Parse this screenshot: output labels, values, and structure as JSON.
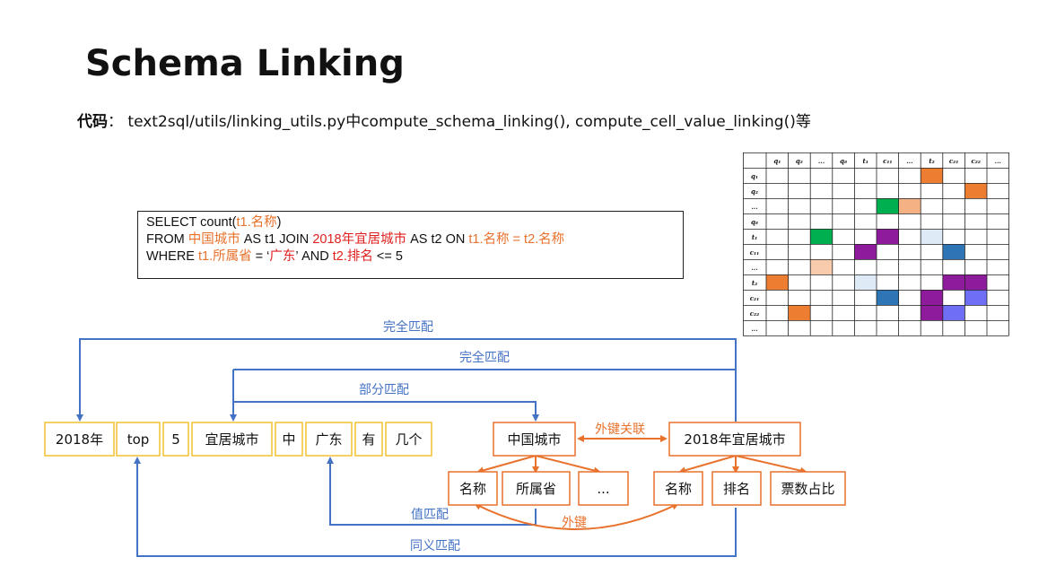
{
  "title": "Schema Linking",
  "code": {
    "label": "代码",
    "sep": "：",
    "text": "text2sql/utils/linking_utils.py中compute_schema_linking(), compute_cell_value_linking()等"
  },
  "sql": {
    "line1": {
      "a": "SELECT count(",
      "b": "t1.名称",
      "c": ")"
    },
    "line2": {
      "a": "FROM ",
      "b": "中国城市",
      "c": " AS t1 JOIN ",
      "d": "2018年宜居城市",
      "e": " AS t2 ON ",
      "f": "t1.名称 = t2.名称"
    },
    "line3": {
      "a": "WHERE ",
      "b": "t1.所属省",
      "c": " =  ‘",
      "d": "广东",
      "e": "’  AND ",
      "f": "t2.排名",
      "g": " <= 5"
    }
  },
  "tokens": [
    "2018年",
    "top",
    "5",
    "宜居城市",
    "中",
    "广东",
    "有",
    "几个"
  ],
  "tables": {
    "t1": "中国城市",
    "t2": "2018年宜居城市"
  },
  "columns": {
    "t1": [
      "名称",
      "所属省",
      "..."
    ],
    "t2": [
      "名称",
      "排名",
      "票数占比"
    ]
  },
  "labels": {
    "exact1": "完全匹配",
    "exact2": "完全匹配",
    "partial": "部分匹配",
    "foreign_rel": "外键关联",
    "value": "值匹配",
    "fk": "外键",
    "synonym": "同义匹配"
  },
  "matrix": {
    "col_headers": [
      "q₁",
      "q₂",
      "...",
      "q₈",
      "t₁",
      "c₁₁",
      "...",
      "t₂",
      "c₂₁",
      "c₂₂",
      "..."
    ],
    "row_headers": [
      "q₁",
      "q₂",
      "...",
      "q₈",
      "t₁",
      "c₁₁",
      "...",
      "t₂",
      "c₂₁",
      "c₂₂",
      "..."
    ],
    "filled_cells": [
      {
        "r": 0,
        "c": 7,
        "color": "#ED7D31"
      },
      {
        "r": 1,
        "c": 9,
        "color": "#ED7D31"
      },
      {
        "r": 2,
        "c": 5,
        "color": "#00B050"
      },
      {
        "r": 2,
        "c": 6,
        "color": "#F4B183"
      },
      {
        "r": 4,
        "c": 2,
        "color": "#00B050"
      },
      {
        "r": 4,
        "c": 5,
        "color": "#8E1A9C"
      },
      {
        "r": 4,
        "c": 7,
        "color": "#DEEAF6"
      },
      {
        "r": 5,
        "c": 4,
        "color": "#8E1A9C"
      },
      {
        "r": 5,
        "c": 8,
        "color": "#2E75B6"
      },
      {
        "r": 6,
        "c": 2,
        "color": "#F8CBAD"
      },
      {
        "r": 7,
        "c": 0,
        "color": "#ED7D31"
      },
      {
        "r": 7,
        "c": 4,
        "color": "#DEEAF6"
      },
      {
        "r": 7,
        "c": 8,
        "color": "#8E1A9C"
      },
      {
        "r": 7,
        "c": 9,
        "color": "#8E1A9C"
      },
      {
        "r": 8,
        "c": 5,
        "color": "#2E75B6"
      },
      {
        "r": 8,
        "c": 7,
        "color": "#8E1A9C"
      },
      {
        "r": 8,
        "c": 9,
        "color": "#6F6FF6"
      },
      {
        "r": 9,
        "c": 1,
        "color": "#ED7D31"
      },
      {
        "r": 9,
        "c": 7,
        "color": "#8E1A9C"
      },
      {
        "r": 9,
        "c": 8,
        "color": "#6F6FF6"
      }
    ]
  },
  "colors": {
    "blue": "#4472C4",
    "orange": "#E8712C",
    "yellow_border": "#F2C12E"
  }
}
